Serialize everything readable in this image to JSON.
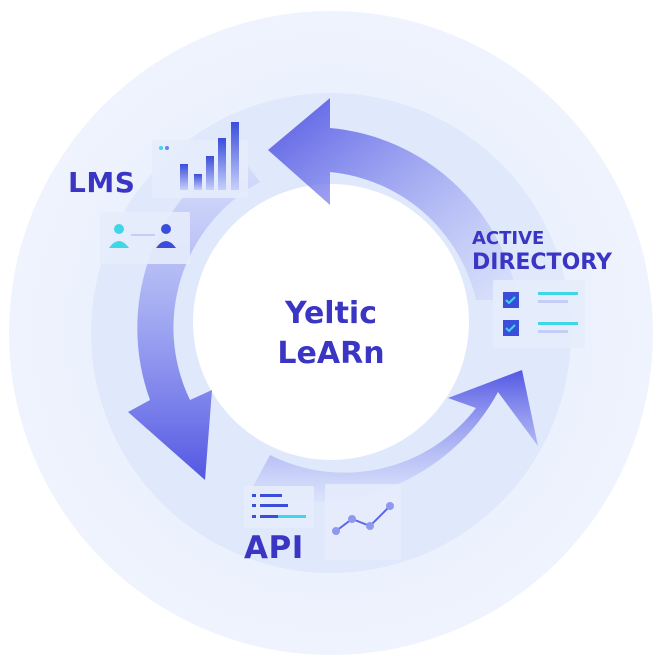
{
  "center": {
    "line1": "Yeltic",
    "line2": "LeARn"
  },
  "labels": {
    "lms": "LMS",
    "active": "ACTIVE",
    "directory": "DIRECTORY",
    "api": "API"
  },
  "icons": [
    "bar-chart-icon",
    "users-connection-icon",
    "checklist-icon",
    "list-icon",
    "line-chart-icon",
    "cycle-arrow-icon"
  ],
  "colors": {
    "primary_text": "#3b35c4",
    "arrow_dark": "#4a4fe0",
    "arrow_light": "#c9d4fb",
    "ring_outer": "#eef3fd",
    "ring_inner": "#e1e9fc",
    "accent_cyan": "#3fd7e8",
    "panel": "#e6ecfb"
  }
}
